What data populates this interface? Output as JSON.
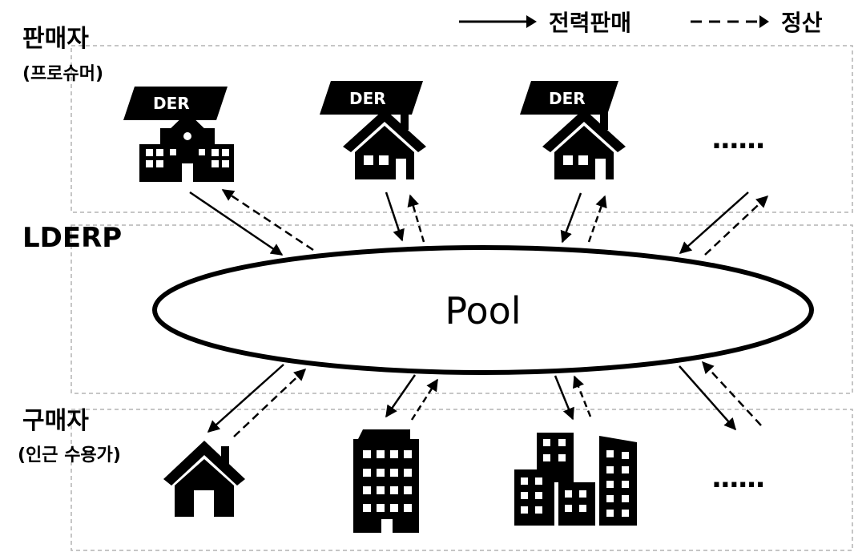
{
  "legend": {
    "solid_label": "전력판매",
    "dashed_label": "정산"
  },
  "sections": {
    "seller_title": "판매자",
    "seller_subtitle": "(프로슈머)",
    "middle_title": "LDERP",
    "buyer_title": "구매자",
    "buyer_subtitle": "(인근 수용가)"
  },
  "pool_label": "Pool",
  "der_label": "DER",
  "ellipsis": "......",
  "icons": {
    "sellers": [
      "school-icon",
      "house-icon",
      "house-icon"
    ],
    "buyers": [
      "house-icon",
      "office-building-icon",
      "city-buildings-icon"
    ]
  },
  "colors": {
    "ink": "#000000",
    "box_border": "#b3b3b3",
    "background": "#ffffff"
  }
}
